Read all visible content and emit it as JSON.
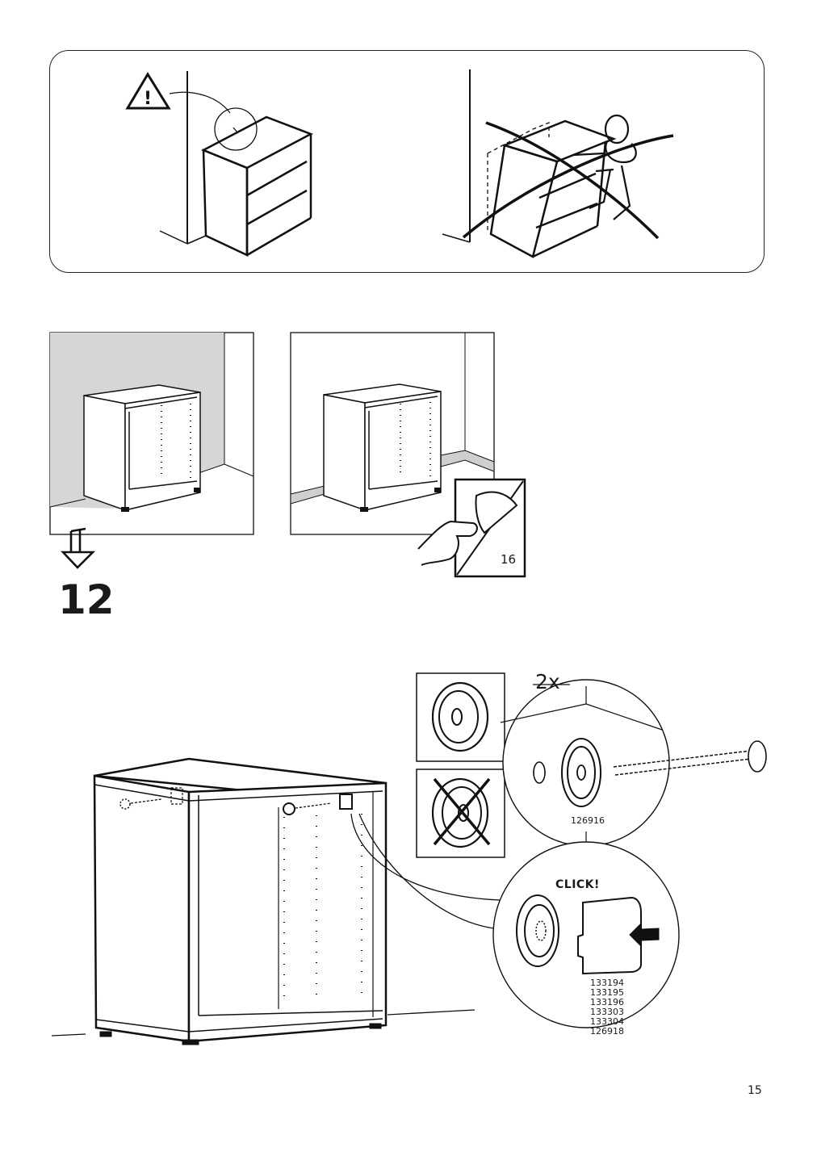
{
  "page": {
    "number": "15"
  },
  "panel_top": {
    "warning_symbol": "warning-triangle-icon"
  },
  "step": {
    "number": "12",
    "arrow_icon": "step-down-arrow-icon"
  },
  "floor_strip": {
    "page_ref": "16"
  },
  "detail": {
    "quantity": "2x",
    "part_screw": "126916",
    "click_text": "CLICK!",
    "parts_click": [
      "133194",
      "133195",
      "133196",
      "133303",
      "133304",
      "126918"
    ]
  }
}
